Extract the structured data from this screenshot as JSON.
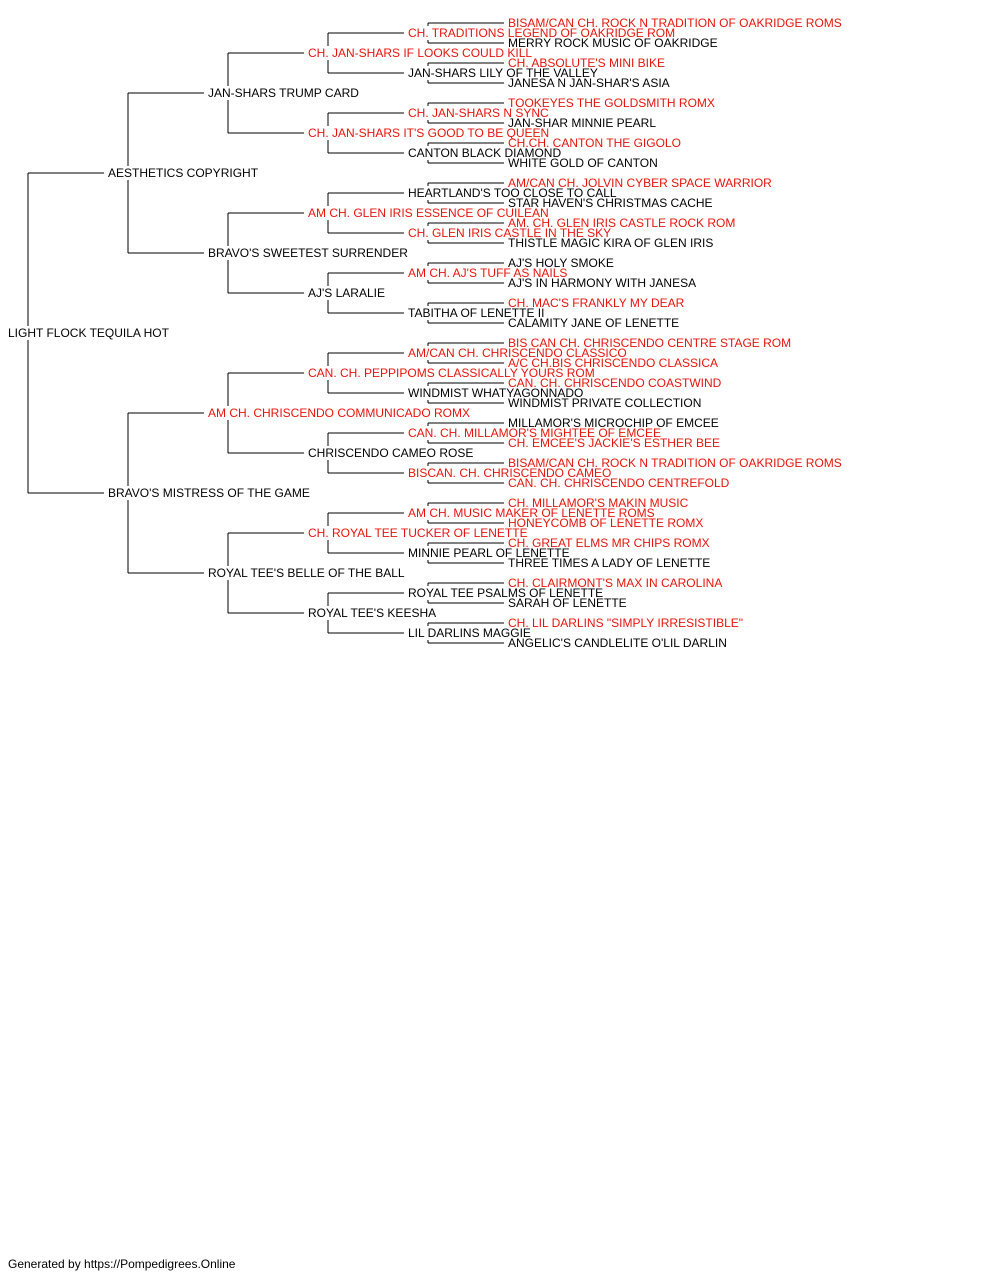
{
  "colors": {
    "text": "#000000",
    "champion": "#e8140c",
    "line": "#000000",
    "background": "#ffffff"
  },
  "footer": "Generated by https://Pompedigrees.Online",
  "pedigree": {
    "name": "LIGHT FLOCK TEQUILA HOT",
    "champion": false,
    "sire": {
      "name": "AESTHETICS COPYRIGHT",
      "champion": false,
      "sire": {
        "name": "JAN-SHARS TRUMP CARD",
        "champion": false,
        "sire": {
          "name": "CH. JAN-SHARS IF LOOKS COULD KILL",
          "champion": true,
          "sire": {
            "name": "CH. TRADITIONS LEGEND OF OAKRIDGE ROM",
            "champion": true,
            "sire": {
              "name": "BISAM/CAN CH. ROCK N TRADITION OF OAKRIDGE ROMS",
              "champion": true
            },
            "dam": {
              "name": "MERRY ROCK MUSIC OF OAKRIDGE",
              "champion": false
            }
          },
          "dam": {
            "name": "JAN-SHARS LILY OF THE VALLEY",
            "champion": false,
            "sire": {
              "name": "CH. ABSOLUTE'S MINI BIKE",
              "champion": true
            },
            "dam": {
              "name": "JANESA N JAN-SHAR'S ASIA",
              "champion": false
            }
          }
        },
        "dam": {
          "name": "CH. JAN-SHARS IT'S GOOD TO BE QUEEN",
          "champion": true,
          "sire": {
            "name": "CH. JAN-SHARS N SYNC",
            "champion": true,
            "sire": {
              "name": "TOOKEYES THE GOLDSMITH ROMX",
              "champion": true
            },
            "dam": {
              "name": "JAN-SHAR MINNIE PEARL",
              "champion": false
            }
          },
          "dam": {
            "name": "CANTON BLACK DIAMOND",
            "champion": false,
            "sire": {
              "name": "CH.CH. CANTON THE GIGOLO",
              "champion": true
            },
            "dam": {
              "name": "WHITE GOLD OF CANTON",
              "champion": false
            }
          }
        }
      },
      "dam": {
        "name": "BRAVO'S SWEETEST SURRENDER",
        "champion": false,
        "sire": {
          "name": "AM CH. GLEN IRIS ESSENCE OF CUILEAN",
          "champion": true,
          "sire": {
            "name": "HEARTLAND'S TOO CLOSE TO CALL",
            "champion": false,
            "sire": {
              "name": "AM/CAN CH. JOLVIN CYBER SPACE WARRIOR",
              "champion": true
            },
            "dam": {
              "name": "STAR HAVEN'S CHRISTMAS CACHE",
              "champion": false
            }
          },
          "dam": {
            "name": "CH. GLEN IRIS CASTLE IN THE SKY",
            "champion": true,
            "sire": {
              "name": "AM. CH. GLEN IRIS CASTLE ROCK ROM",
              "champion": true
            },
            "dam": {
              "name": "THISTLE MAGIC KIRA OF GLEN IRIS",
              "champion": false
            }
          }
        },
        "dam": {
          "name": "AJ'S LARALIE",
          "champion": false,
          "sire": {
            "name": "AM CH. AJ'S TUFF AS NAILS",
            "champion": true,
            "sire": {
              "name": "AJ'S HOLY SMOKE",
              "champion": false
            },
            "dam": {
              "name": "AJ'S IN HARMONY WITH JANESA",
              "champion": false
            }
          },
          "dam": {
            "name": "TABITHA OF LENETTE II",
            "champion": false,
            "sire": {
              "name": "CH. MAC'S FRANKLY MY DEAR",
              "champion": true
            },
            "dam": {
              "name": "CALAMITY JANE OF LENETTE",
              "champion": false
            }
          }
        }
      }
    },
    "dam": {
      "name": "BRAVO'S MISTRESS OF THE GAME",
      "champion": false,
      "sire": {
        "name": "AM CH. CHRISCENDO COMMUNICADO ROMX",
        "champion": true,
        "sire": {
          "name": "CAN. CH. PEPPIPOMS CLASSICALLY YOURS ROM",
          "champion": true,
          "sire": {
            "name": "AM/CAN CH. CHRISCENDO CLASSICO",
            "champion": true,
            "sire": {
              "name": "BIS CAN CH. CHRISCENDO CENTRE STAGE ROM",
              "champion": true
            },
            "dam": {
              "name": "A/C CH.BIS CHRISCENDO CLASSICA",
              "champion": true
            }
          },
          "dam": {
            "name": "WINDMIST WHATYAGONNADO",
            "champion": false,
            "sire": {
              "name": "CAN. CH. CHRISCENDO COASTWIND",
              "champion": true
            },
            "dam": {
              "name": "WINDMIST PRIVATE COLLECTION",
              "champion": false
            }
          }
        },
        "dam": {
          "name": "CHRISCENDO CAMEO ROSE",
          "champion": false,
          "sire": {
            "name": "CAN. CH. MILLAMOR'S MIGHTEE OF EMCEE",
            "champion": true,
            "sire": {
              "name": "MILLAMOR'S MICROCHIP OF EMCEE",
              "champion": false
            },
            "dam": {
              "name": "CH. EMCEE'S JACKIE'S ESTHER BEE",
              "champion": true
            }
          },
          "dam": {
            "name": "BISCAN. CH. CHRISCENDO CAMEO",
            "champion": true,
            "sire": {
              "name": "BISAM/CAN CH. ROCK N TRADITION OF OAKRIDGE ROMS",
              "champion": true
            },
            "dam": {
              "name": "CAN. CH. CHRISCENDO CENTREFOLD",
              "champion": true
            }
          }
        }
      },
      "dam": {
        "name": "ROYAL TEE'S BELLE OF THE BALL",
        "champion": false,
        "sire": {
          "name": "CH. ROYAL TEE TUCKER OF LENETTE",
          "champion": true,
          "sire": {
            "name": "AM CH. MUSIC MAKER OF LENETTE ROMS",
            "champion": true,
            "sire": {
              "name": "CH. MILLAMOR'S MAKIN MUSIC",
              "champion": true
            },
            "dam": {
              "name": "HONEYCOMB OF LENETTE ROMX",
              "champion": true
            }
          },
          "dam": {
            "name": "MINNIE PEARL OF LENETTE",
            "champion": false,
            "sire": {
              "name": "CH. GREAT ELMS MR CHIPS ROMX",
              "champion": true
            },
            "dam": {
              "name": "THREE TIMES A LADY OF LENETTE",
              "champion": false
            }
          }
        },
        "dam": {
          "name": "ROYAL TEE'S KEESHA",
          "champion": false,
          "sire": {
            "name": "ROYAL TEE PSALMS OF LENETTE",
            "champion": false,
            "sire": {
              "name": "CH. CLAIRMONT'S MAX IN CAROLINA",
              "champion": true
            },
            "dam": {
              "name": "SARAH OF LENETTE",
              "champion": false
            }
          },
          "dam": {
            "name": "LIL DARLINS MAGGIE",
            "champion": false,
            "sire": {
              "name": "CH. LIL DARLINS \"SIMPLY IRRESISTIBLE\"",
              "champion": true
            },
            "dam": {
              "name": "ANGELIC'S CANDLELITE O'LIL DARLIN",
              "champion": false
            }
          }
        }
      }
    }
  }
}
